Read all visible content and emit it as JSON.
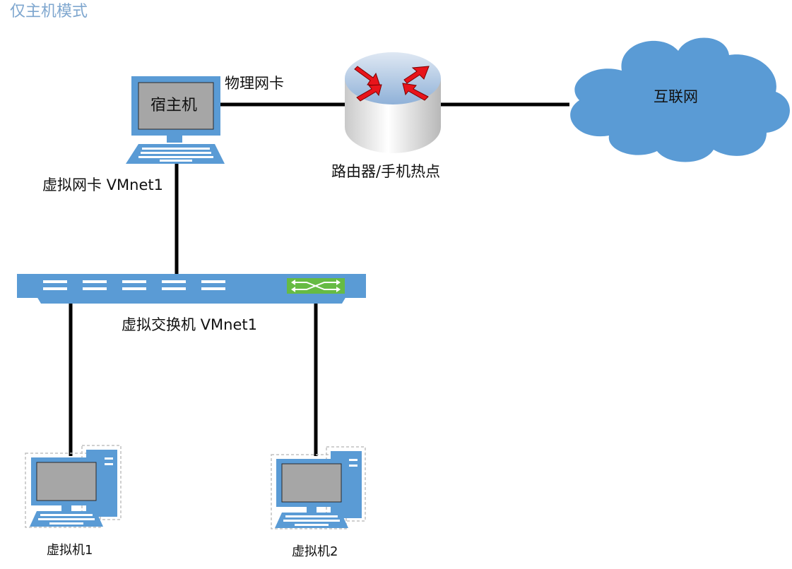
{
  "title": "仅主机模式",
  "nodes": {
    "host": {
      "label": "宿主机",
      "icon": "laptop-icon"
    },
    "router": {
      "label": "路由器/手机热点",
      "icon": "router-icon"
    },
    "internet": {
      "label": "互联网",
      "icon": "cloud-icon"
    },
    "switch": {
      "label": "虚拟交换机 VMnet1",
      "icon": "switch-icon"
    },
    "vm1": {
      "label": "虚拟机1",
      "icon": "desktop-computer-icon"
    },
    "vm2": {
      "label": "虚拟机2",
      "icon": "desktop-computer-icon"
    }
  },
  "edges": {
    "host_router": "物理网卡",
    "host_switch": "虚拟网卡 VMnet1"
  },
  "colors": {
    "title": "#7fa7cf",
    "device_blue": "#5a9bd5",
    "screen_gray": "#a6a6a6",
    "router_arrow": "#e8141b",
    "link": "#000000"
  }
}
